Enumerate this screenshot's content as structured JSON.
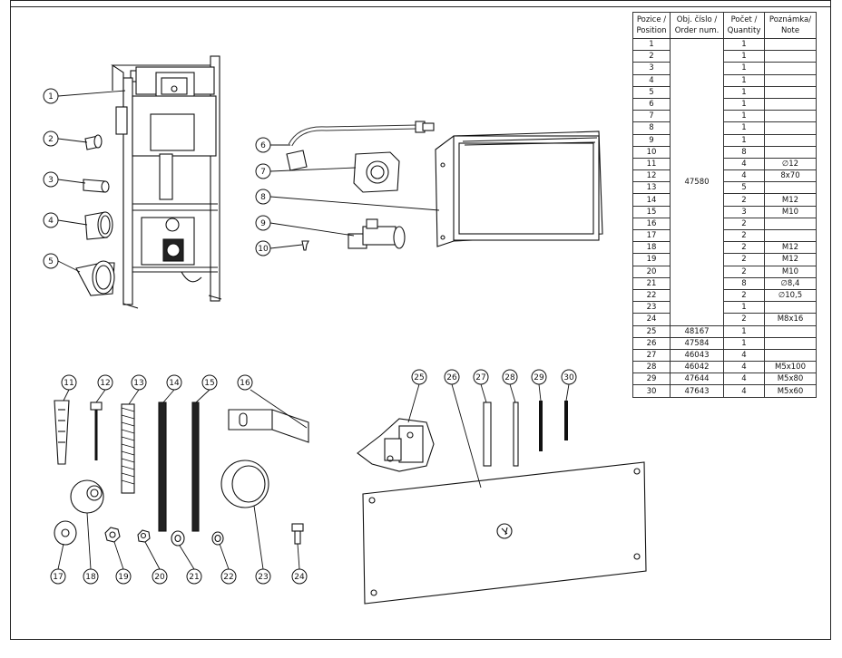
{
  "header": {
    "cut_text": "… (……)"
  },
  "table": {
    "headers": [
      [
        "Pozice /",
        "Position"
      ],
      [
        "Obj. číslo /",
        "Order num."
      ],
      [
        "Počet /",
        "Quantity"
      ],
      [
        "Poznámka/",
        "Note"
      ]
    ],
    "shared_order": "47580",
    "rows": [
      {
        "pos": "1",
        "qty": "1",
        "note": ""
      },
      {
        "pos": "2",
        "qty": "1",
        "note": ""
      },
      {
        "pos": "3",
        "qty": "1",
        "note": ""
      },
      {
        "pos": "4",
        "qty": "1",
        "note": ""
      },
      {
        "pos": "5",
        "qty": "1",
        "note": ""
      },
      {
        "pos": "6",
        "qty": "1",
        "note": ""
      },
      {
        "pos": "7",
        "qty": "1",
        "note": ""
      },
      {
        "pos": "8",
        "qty": "1",
        "note": ""
      },
      {
        "pos": "9",
        "qty": "1",
        "note": ""
      },
      {
        "pos": "10",
        "qty": "8",
        "note": ""
      },
      {
        "pos": "11",
        "qty": "4",
        "note": "∅12"
      },
      {
        "pos": "12",
        "qty": "4",
        "note": "8x70"
      },
      {
        "pos": "13",
        "qty": "5",
        "note": ""
      },
      {
        "pos": "14",
        "qty": "2",
        "note": "M12"
      },
      {
        "pos": "15",
        "qty": "3",
        "note": "M10"
      },
      {
        "pos": "16",
        "qty": "2",
        "note": ""
      },
      {
        "pos": "17",
        "qty": "2",
        "note": ""
      },
      {
        "pos": "18",
        "qty": "2",
        "note": "M12"
      },
      {
        "pos": "19",
        "qty": "2",
        "note": "M12"
      },
      {
        "pos": "20",
        "qty": "2",
        "note": "M10"
      },
      {
        "pos": "21",
        "qty": "8",
        "note": "∅8,4"
      },
      {
        "pos": "22",
        "qty": "2",
        "note": "∅10,5"
      },
      {
        "pos": "23",
        "qty": "1",
        "note": ""
      },
      {
        "pos": "24",
        "qty": "2",
        "note": "M8x16"
      }
    ],
    "rows_individual": [
      {
        "pos": "25",
        "order": "48167",
        "qty": "1",
        "note": ""
      },
      {
        "pos": "26",
        "order": "47584",
        "qty": "1",
        "note": ""
      },
      {
        "pos": "27",
        "order": "46043",
        "qty": "4",
        "note": ""
      },
      {
        "pos": "28",
        "order": "46042",
        "qty": "4",
        "note": "M5x100"
      },
      {
        "pos": "29",
        "order": "47644",
        "qty": "4",
        "note": "M5x80"
      },
      {
        "pos": "30",
        "order": "47643",
        "qty": "4",
        "note": "M5x60"
      }
    ]
  },
  "callouts": [
    "1",
    "2",
    "3",
    "4",
    "5",
    "6",
    "7",
    "8",
    "9",
    "10",
    "11",
    "12",
    "13",
    "14",
    "15",
    "16",
    "17",
    "18",
    "19",
    "20",
    "21",
    "22",
    "23",
    "24",
    "25",
    "26",
    "27",
    "28",
    "29",
    "30"
  ]
}
